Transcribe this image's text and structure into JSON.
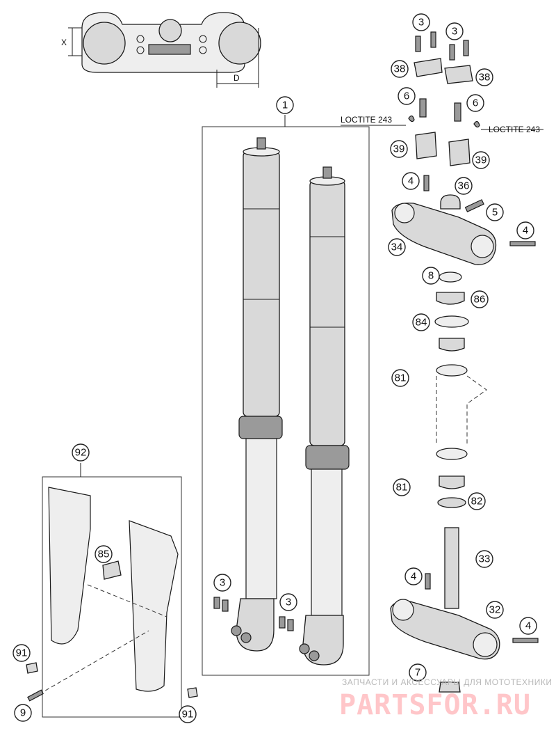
{
  "callouts": {
    "c1": "1",
    "c3a": "3",
    "c3b": "3",
    "c3c": "3",
    "c3d": "3",
    "c38a": "38",
    "c38b": "38",
    "c6a": "6",
    "c6b": "6",
    "c39a": "39",
    "c39b": "39",
    "c4a": "4",
    "c36": "36",
    "c5": "5",
    "c4b": "4",
    "c34": "34",
    "c8": "8",
    "c86": "86",
    "c84": "84",
    "c81a": "81",
    "c81b": "81",
    "c82": "82",
    "c33": "33",
    "c4c": "4",
    "c32": "32",
    "c4d": "4",
    "c7": "7",
    "c92": "92",
    "c85": "85",
    "c91a": "91",
    "c91b": "91",
    "c9": "9"
  },
  "labels": {
    "loctite_left": "LOCTITE 243",
    "loctite_right": "LOCTITE 243",
    "dim_x": "X",
    "dim_d": "D"
  },
  "watermark": {
    "subtitle": "ЗАПЧАСТИ И АКСЕССУАРЫ ДЛЯ МОТОТЕХНИКИ",
    "brand": "PARTSFOR.RU"
  }
}
